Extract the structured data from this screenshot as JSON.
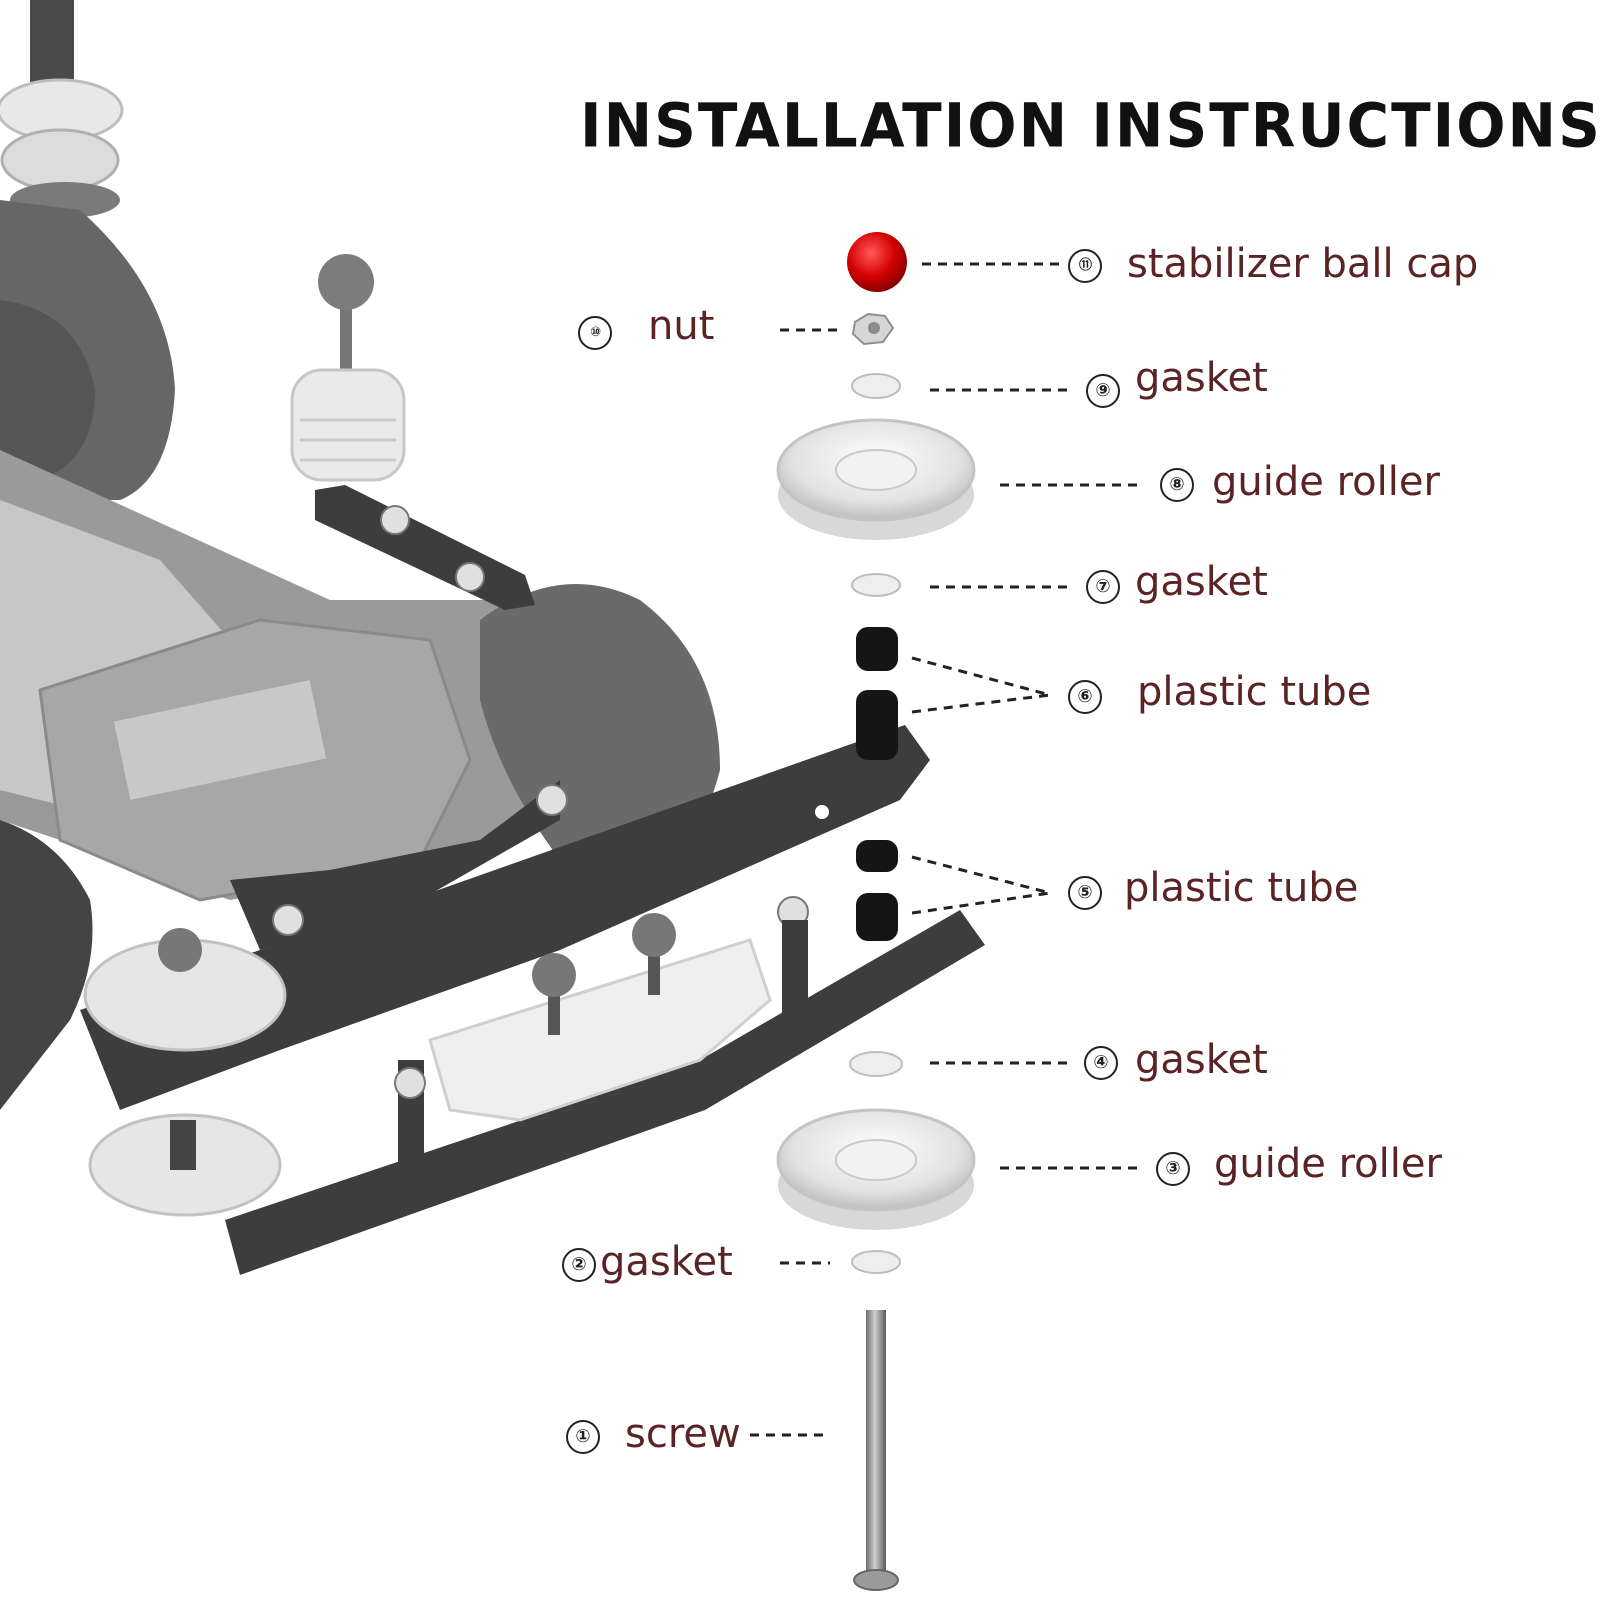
{
  "title": "INSTALLATION INSTRUCTIONS",
  "colors": {
    "label_text": "#5a2424",
    "ball_cap": "#cc0000",
    "chassis_dark": "#3d3d3d",
    "chassis_mid": "#8f8f8f",
    "tube_black": "#111111"
  },
  "parts": [
    {
      "number": "⑪",
      "name": "stabilizer ball cap"
    },
    {
      "number": "⑩",
      "name": "nut"
    },
    {
      "number": "⑨",
      "name": "gasket"
    },
    {
      "number": "⑧",
      "name": "guide roller"
    },
    {
      "number": "⑦",
      "name": "gasket"
    },
    {
      "number": "⑥",
      "name": "plastic tube"
    },
    {
      "number": "⑤",
      "name": "plastic tube"
    },
    {
      "number": "④",
      "name": "gasket"
    },
    {
      "number": "③",
      "name": "guide roller"
    },
    {
      "number": "②",
      "name": "gasket"
    },
    {
      "number": "①",
      "name": "screw"
    }
  ]
}
